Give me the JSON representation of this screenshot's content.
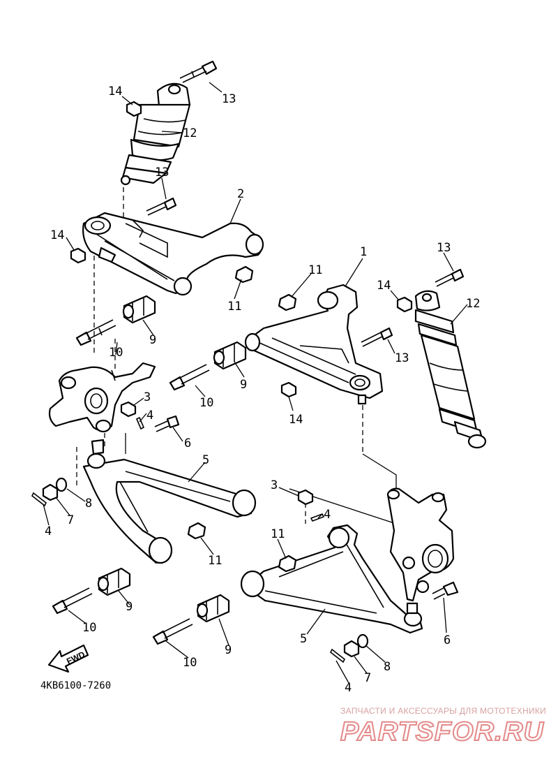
{
  "diagram_code": "4KB6100-7260",
  "fwd_label": "FWD",
  "watermark": {
    "tagline": "ЗАПЧАСТИ И АКСЕССУАРЫ ДЛЯ МОТОТЕХНИКИ",
    "brand": "PARTSFOR.RU"
  },
  "callouts": {
    "c1": "1",
    "c2": "2",
    "c3a": "3",
    "c3b": "3",
    "c4a": "4",
    "c4b": "4",
    "c4c": "4",
    "c4d": "4",
    "c5a": "5",
    "c5b": "5",
    "c6a": "6",
    "c6b": "6",
    "c7a": "7",
    "c7b": "7",
    "c8a": "8",
    "c8b": "8",
    "c9a": "9",
    "c9b": "9",
    "c9c": "9",
    "c9d": "9",
    "c10a": "10",
    "c10b": "10",
    "c10c": "10",
    "c10d": "10",
    "c11a": "11",
    "c11b": "11",
    "c11c": "11",
    "c11d": "11",
    "c12a": "12",
    "c12b": "12",
    "c13a": "13",
    "c13b": "13",
    "c13c": "13",
    "c13d": "13",
    "c14a": "14",
    "c14b": "14",
    "c14c": "14",
    "c14d": "14"
  }
}
